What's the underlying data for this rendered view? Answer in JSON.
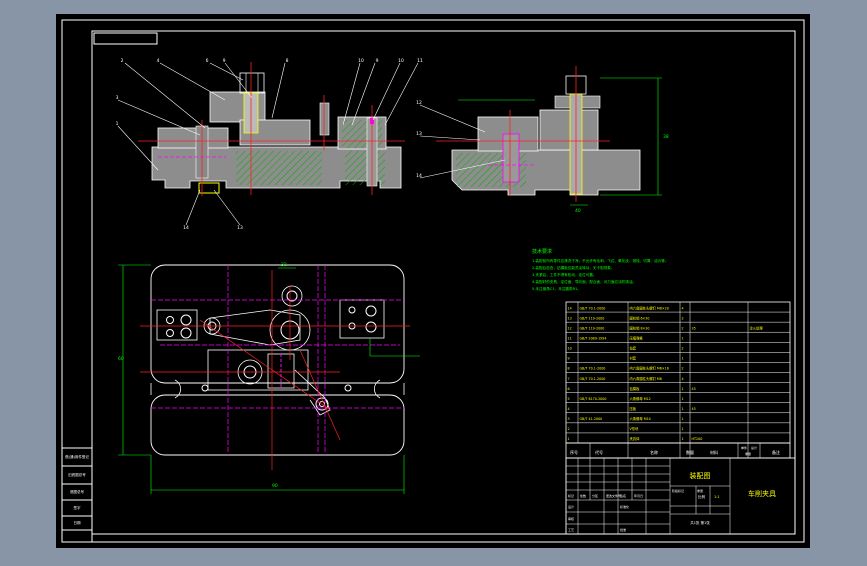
{
  "colors": {
    "background": "#000000",
    "frame": "#ffffff",
    "section_fill": "#9a9a9a",
    "hatch": "#00c000",
    "center_line": "#ff2020",
    "hidden_line": "#ff00ff",
    "dimension": "#00ff00",
    "bolt": "#ffff00",
    "notes": "#00ff00",
    "table_text": "#ffff00"
  },
  "front_view": {
    "balloons": [
      "2",
      "4",
      "6",
      "9",
      "8",
      "10",
      "9",
      "10",
      "11",
      "3",
      "1",
      "14",
      "13"
    ]
  },
  "side_view": {
    "balloons": [
      "12",
      "13",
      "14"
    ],
    "dim_height": "38",
    "dim_width": "40"
  },
  "plan_view": {
    "dim_top": "32",
    "dim_left": "60",
    "dim_bottom": "90"
  },
  "tech_notes": {
    "title": "技术要求",
    "lines": [
      "1.装配前所有零件应清洗干净，不允许有毛刺、飞边、氧化皮、锈蚀、切屑、油污等。",
      "2.装配后检查，钻模板应能灵活转动，无卡阻现象。",
      "3.夹紧后，工件不得有松动，定位可靠。",
      "4.装配好的夹具，定位面、导向面、配合面、对刀面应涂防锈油。",
      "5.未注倒角C1，未注圆角R1。"
    ]
  },
  "bom": {
    "rows": [
      [
        "14",
        "GB/T 70.1-2000",
        "内六角圆柱头螺钉 M8×20",
        "4",
        "",
        ""
      ],
      [
        "13",
        "GB/T 119-2000",
        "圆柱销 6×30",
        "2",
        "",
        ""
      ],
      [
        "12",
        "GB/T 119-2000",
        "圆柱销 8×30",
        "2",
        "35",
        "淬火处理"
      ],
      [
        "11",
        "GB/T 2089-1994",
        "压缩弹簧",
        "1",
        "",
        ""
      ],
      [
        "10",
        "",
        "钻套",
        "2",
        "",
        ""
      ],
      [
        "9",
        "",
        "衬套",
        "1",
        "",
        ""
      ],
      [
        "8",
        "GB/T 70.1-2000",
        "内六角圆柱头螺钉 M6×16",
        "2",
        "",
        ""
      ],
      [
        "7",
        "GB/T 70.1-2000",
        "内六角圆柱头螺钉 M6",
        "4",
        "",
        ""
      ],
      [
        "6",
        "",
        "钻模板",
        "1",
        "45",
        ""
      ],
      [
        "5",
        "GB/T 6170-2000",
        "六角螺母 M12",
        "1",
        "",
        ""
      ],
      [
        "4",
        "",
        "压板",
        "1",
        "45",
        ""
      ],
      [
        "3",
        "GB/T 41-2000",
        "六角螺母 M10",
        "1",
        "",
        ""
      ],
      [
        "2",
        "",
        "V形块",
        "1",
        "",
        ""
      ],
      [
        "1",
        "",
        "夹具体",
        "1",
        "HT200",
        ""
      ]
    ],
    "header": [
      "序号",
      "代号",
      "名称",
      "数量",
      "材料",
      "备注"
    ],
    "col_extra": [
      "单件",
      "总计",
      "重量"
    ]
  },
  "title_block": {
    "drawing_name": "装配图",
    "part_name": "车削夹具",
    "scale_label": "比例",
    "scale_value": "1:1",
    "sheet": "共1张 第1张",
    "cells": [
      "标记",
      "处数",
      "分区",
      "更改文件号",
      "签名",
      "年月日",
      "设计",
      "标准化",
      "审核",
      "工艺",
      "批准",
      "阶段标记",
      "重量"
    ]
  },
  "left_strip": {
    "cells": [
      "借(通)用件登记",
      "旧底图总号",
      "底图总号",
      "签字",
      "日期"
    ]
  }
}
